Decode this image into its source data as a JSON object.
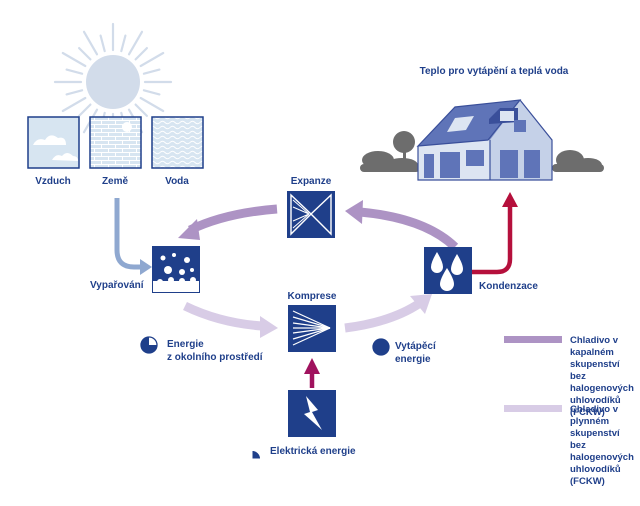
{
  "colors": {
    "dark_blue": "#1f3f8a",
    "light_blue_fill": "#cfe0ef",
    "liquid_refrigerant": "#ad93c4",
    "gas_refrigerant": "#d8cce6",
    "heat_arrow": "#b5103c",
    "electric_arrow": "#a0125e",
    "source_arrow": "#8fa8d0",
    "sun": "#d2dcea",
    "trees": "#6d6d6d",
    "house": "#5f74b8"
  },
  "icons": [
    "sun-icon",
    "house-icon",
    "tree-icon",
    "lightning-icon",
    "water-drops-icon",
    "evaporation-bubbles-icon",
    "compressor-icon",
    "expansion-valve-icon"
  ],
  "sources": {
    "air": "Vzduch",
    "earth": "Země",
    "water": "Voda"
  },
  "house": {
    "title": "Teplo pro vytápění a teplá voda"
  },
  "components": {
    "expansion": "Expanze",
    "evaporation": "Vypařování",
    "compression": "Komprese",
    "condensation": "Kondenzace"
  },
  "energy": {
    "environment_line1": "Energie",
    "environment_line2": "z okolního prostředí",
    "heating_line1": "Vytápěcí",
    "heating_line2": "energie",
    "electric": "Elektrická energie"
  },
  "legend": [
    {
      "color": "#ad93c4",
      "lines": [
        "Chladivo v kapalném",
        "skupenství",
        "bez halogenových",
        "uhlovodíků (FCKW)"
      ]
    },
    {
      "color": "#d8cce6",
      "lines": [
        "Chladivo v plynném",
        "skupenství",
        "bez halogenových",
        "uhlovodíků (FCKW)"
      ]
    }
  ]
}
